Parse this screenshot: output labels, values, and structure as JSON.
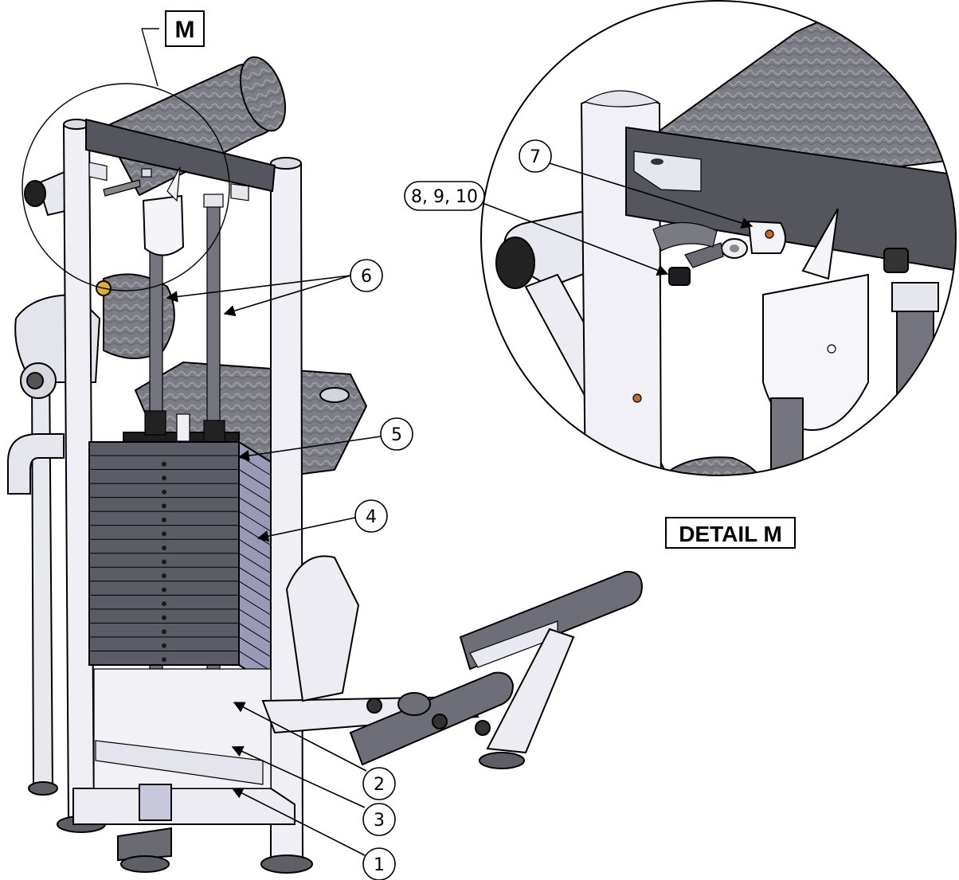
{
  "detail_view_label": "M",
  "detail_view_title": "DETAIL M",
  "callouts": {
    "c1": "1",
    "c2": "2",
    "c3": "3",
    "c4": "4",
    "c5": "5",
    "c6": "6",
    "c7": "7",
    "c8_9_10": "8, 9, 10"
  },
  "colors": {
    "frame": "#ececf2",
    "plate": "#5c5c66",
    "plate_edge": "#9a9ab8",
    "pad": "#7a7a82",
    "crossbar": "#55555e",
    "brass": "#e0b020",
    "copper": "#c46a2a"
  }
}
